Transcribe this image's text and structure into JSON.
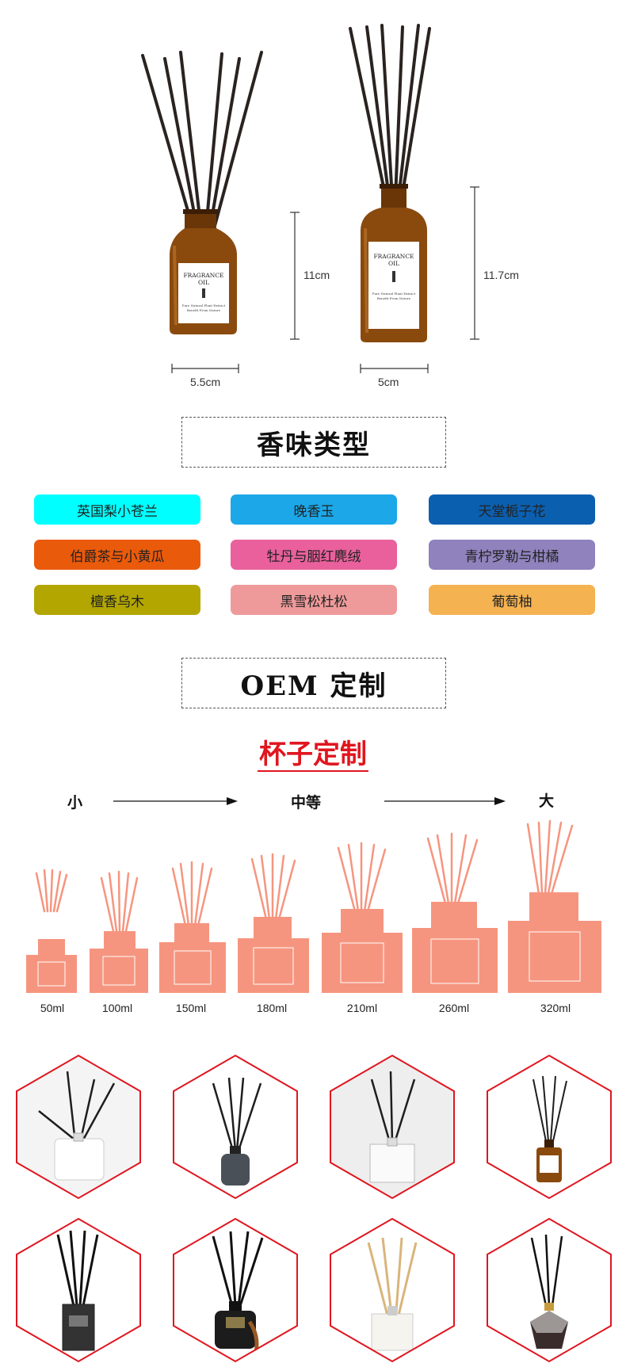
{
  "dimensions": {
    "bottle1_height": "11cm",
    "bottle1_width": "5.5cm",
    "bottle2_height": "11.7cm",
    "bottle2_width": "5cm",
    "label_title": "FRAGRANCE OIL",
    "label_sub1": "Pure Natural Plant Extract",
    "label_sub2": "Benefit From Nature"
  },
  "scent_section": {
    "title": "香味类型",
    "scents": [
      {
        "name": "英国梨小苍兰",
        "color": "#00ffff"
      },
      {
        "name": "晚香玉",
        "color": "#1ba7e8"
      },
      {
        "name": "天堂栀子花",
        "color": "#0b5faf"
      },
      {
        "name": "伯爵茶与小黄瓜",
        "color": "#ea5a0b"
      },
      {
        "name": "牡丹与胭红麂绒",
        "color": "#e9609c"
      },
      {
        "name": "青柠罗勒与柑橘",
        "color": "#8f82bd"
      },
      {
        "name": "檀香乌木",
        "color": "#b3a600"
      },
      {
        "name": "黑雪松杜松",
        "color": "#ef9a9a"
      },
      {
        "name": "葡萄柚",
        "color": "#f5b251"
      }
    ]
  },
  "oem_section": {
    "title": "OEM 定制",
    "subtitle": "杯子定制",
    "size_small": "小",
    "size_medium": "中等",
    "size_large": "大",
    "capacities": [
      "50ml",
      "100ml",
      "150ml",
      "180ml",
      "210ml",
      "260ml",
      "320ml"
    ],
    "accent_color": "#e0161f",
    "bottle_color": "#f6957f"
  },
  "gallery": {
    "products": [
      "clear-square-bottle",
      "grey-round-bottle",
      "clear-cube-bottle",
      "amber-bottle",
      "dark-grey-bottle",
      "black-tassel-bottle",
      "clear-rattan-bottle",
      "gradient-diamond-bottle"
    ]
  }
}
